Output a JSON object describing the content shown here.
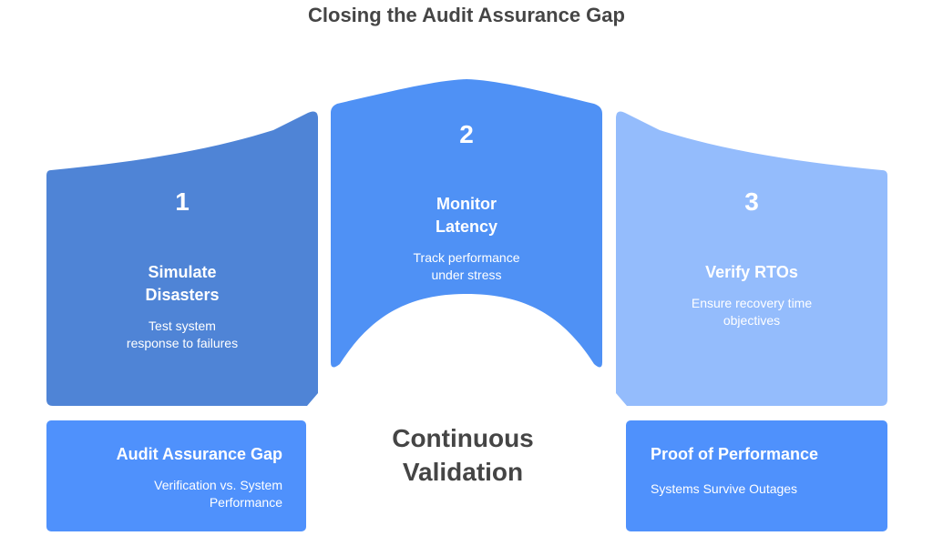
{
  "title": "Closing the Audit Assurance Gap",
  "colors": {
    "step1": "#4f84d6",
    "step2": "#4f91f5",
    "step3": "#94bcfc",
    "bottom_box": "#4f91fc",
    "title_text": "#454545"
  },
  "steps": [
    {
      "number": "1",
      "heading_line1": "Simulate",
      "heading_line2": "Disasters",
      "desc_line1": "Test system",
      "desc_line2": "response to failures"
    },
    {
      "number": "2",
      "heading_line1": "Monitor",
      "heading_line2": "Latency",
      "desc_line1": "Track performance",
      "desc_line2": "under stress"
    },
    {
      "number": "3",
      "heading_line1": "Verify RTOs",
      "heading_line2": "",
      "desc_line1": "Ensure recovery time",
      "desc_line2": "objectives"
    }
  ],
  "center": {
    "line1": "Continuous",
    "line2": "Validation"
  },
  "left_box": {
    "heading": "Audit Assurance Gap",
    "desc_line1": "Verification vs. System",
    "desc_line2": "Performance"
  },
  "right_box": {
    "heading": "Proof of Performance",
    "desc_line1": "Systems Survive Outages"
  }
}
